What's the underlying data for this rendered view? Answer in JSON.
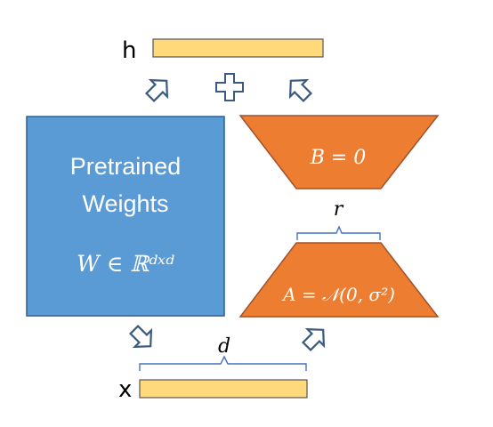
{
  "labels": {
    "output": "h",
    "input": "x",
    "pretrained_line1": "Pretrained",
    "pretrained_line2": "Weights",
    "weight_formula": "W ∈ ℝᵈˣᵈ",
    "b_formula": "B = 0",
    "a_formula": "A = 𝒩(0, σ²)",
    "rank": "r",
    "dim": "d",
    "plus": "+"
  },
  "colors": {
    "pretrained_block": "#5B9BD5",
    "pretrained_border": "#2F5F8F",
    "lora_blocks": "#ED7D31",
    "lora_border": "#A0522D",
    "vector_bar": "#FFD97A",
    "vector_border": "#555555",
    "arrows": "#3A5A80",
    "brace": "#4472C4"
  }
}
